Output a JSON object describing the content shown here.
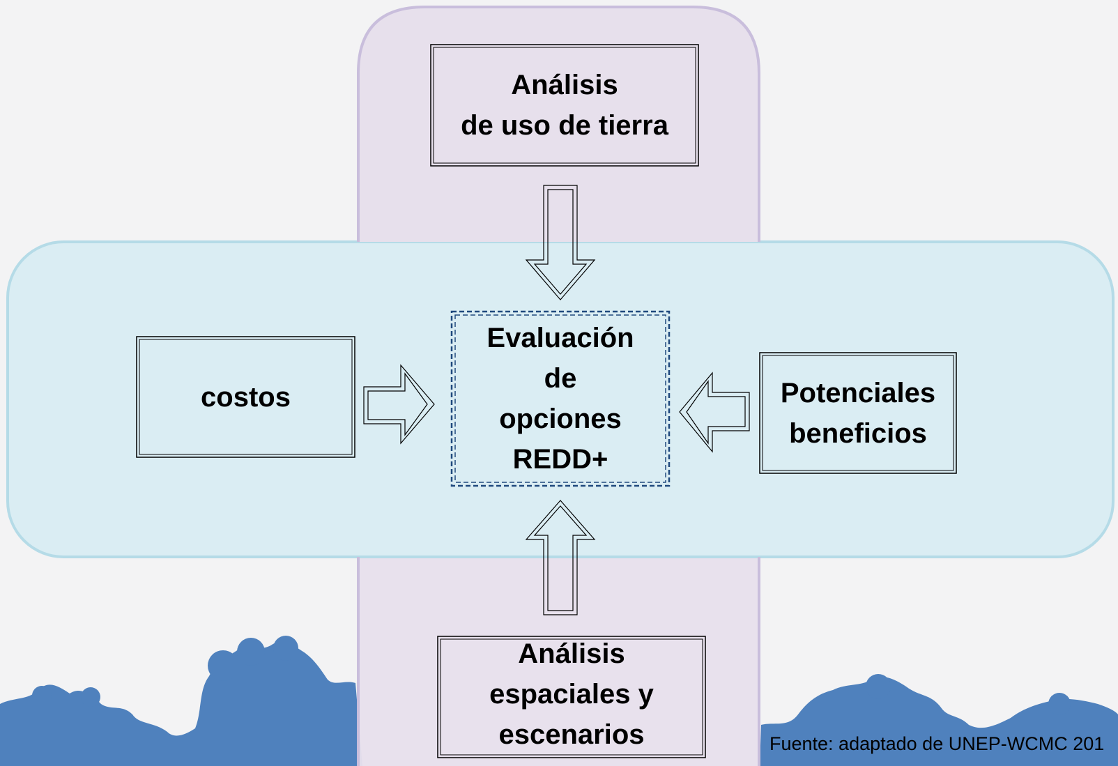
{
  "diagram": {
    "top_box": {
      "lines": [
        "Análisis",
        "de uso de tierra"
      ]
    },
    "left_box": {
      "lines": [
        "costos"
      ]
    },
    "center_box": {
      "lines": [
        "Evaluación",
        "de",
        "opciones",
        "REDD+"
      ]
    },
    "right_box": {
      "lines": [
        "Potenciales",
        "beneficios"
      ]
    },
    "bottom_box": {
      "lines": [
        "Análisis",
        "espaciales y",
        "escenarios"
      ]
    },
    "source": "Fuente: adaptado de UNEP-WCMC 201"
  },
  "colors": {
    "background": "#f3f3f4",
    "vertical_band_fill": "#e7e0ec",
    "vertical_band_border": "#c9bedc",
    "horizontal_band_fill": "#daedf3",
    "horizontal_band_border": "#b5dbe7",
    "center_border": "#1f497d",
    "foliage": "#4f81bd"
  }
}
